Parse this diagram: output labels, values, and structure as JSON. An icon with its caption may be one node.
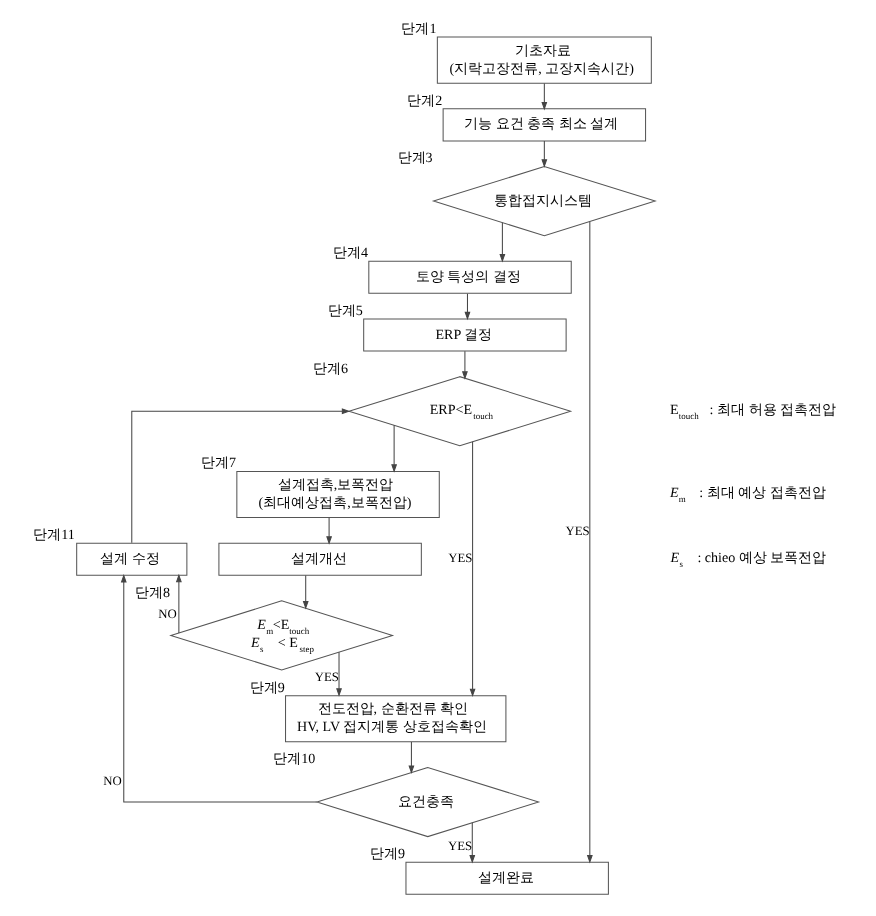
{
  "diagram": {
    "nodes": [
      {
        "text": [
          "기초자료",
          "(지락고장전류, 고장지속시간)"
        ],
        "beside": [
          "단계1"
        ]
      },
      {
        "text": [
          "기능 요건 충족 최소 설계"
        ],
        "beside": [
          "단계2"
        ]
      },
      {
        "text": [
          "통합접지시스템"
        ],
        "beside": [
          "단계3"
        ]
      },
      {
        "text": [
          "토양 특성의 결정"
        ],
        "beside": [
          "단계4"
        ]
      },
      {
        "text": [
          "ERP 결정"
        ],
        "beside": [
          "단계5"
        ]
      },
      {
        "text": [
          "ERP<E$_{touch}$"
        ],
        "beside": [
          "단계6"
        ]
      },
      {
        "text": [
          "설계접촉,보폭전압",
          "(최대예상접촉,보폭전압)"
        ],
        "beside": [
          "단계7"
        ]
      },
      {
        "text": [
          "설계개선"
        ]
      },
      {
        "text": [
          "설계 수정"
        ],
        "beside": [
          "단계11"
        ]
      },
      {
        "text": [
          "*E*$_{m}$<E$_{touch}$",
          "*E*$_{s}$ < E$_{step}$"
        ],
        "beside": [
          "단계8"
        ]
      },
      {
        "text": [
          "전도전압, 순환전류 확인",
          "HV, LV 접지계통 상호접속확인"
        ],
        "beside": [
          "단계9"
        ]
      },
      {
        "text": [
          "요건충족"
        ],
        "beside": [
          "단계10"
        ]
      },
      {
        "text": [
          "설계완료"
        ],
        "beside": [
          "단계9"
        ]
      }
    ],
    "edges": [
      {
        "from": 0,
        "to": 1,
        "arrow": "to"
      },
      {
        "from": 1,
        "to": 2,
        "arrow": "to"
      },
      {
        "from": 2,
        "to": 3,
        "arrow": "to"
      },
      {
        "from": 2,
        "to": 12,
        "arrow": "to",
        "label": "YES"
      },
      {
        "from": 3,
        "to": 4,
        "arrow": "to"
      },
      {
        "from": 4,
        "to": 5,
        "arrow": "to"
      },
      {
        "from": 5,
        "to": 6,
        "arrow": "to"
      },
      {
        "from": 5,
        "to": 10,
        "arrow": "to",
        "label": "YES"
      },
      {
        "from": 6,
        "to": 7,
        "arrow": "to"
      },
      {
        "from": 7,
        "to": 9,
        "arrow": "to"
      },
      {
        "from": 9,
        "to": 8,
        "arrow": "to",
        "label": "NO"
      },
      {
        "from": 9,
        "to": 10,
        "arrow": "to",
        "label": "YES"
      },
      {
        "from": 10,
        "to": 11,
        "arrow": "to"
      },
      {
        "from": 11,
        "to": 8,
        "arrow": "to",
        "label": "NO"
      },
      {
        "from": 11,
        "to": 12,
        "arrow": "to",
        "label": "YES"
      },
      {
        "from": 8,
        "to": 5,
        "arrow": "to"
      }
    ],
    "labels": [
      "E$_{touch}$ : 최대 허용 접촉전압",
      "*E*$_{m}$ : 최대 예상 접촉전압",
      "*E*$_{s}$ : chieo 예상 보폭전압"
    ]
  }
}
